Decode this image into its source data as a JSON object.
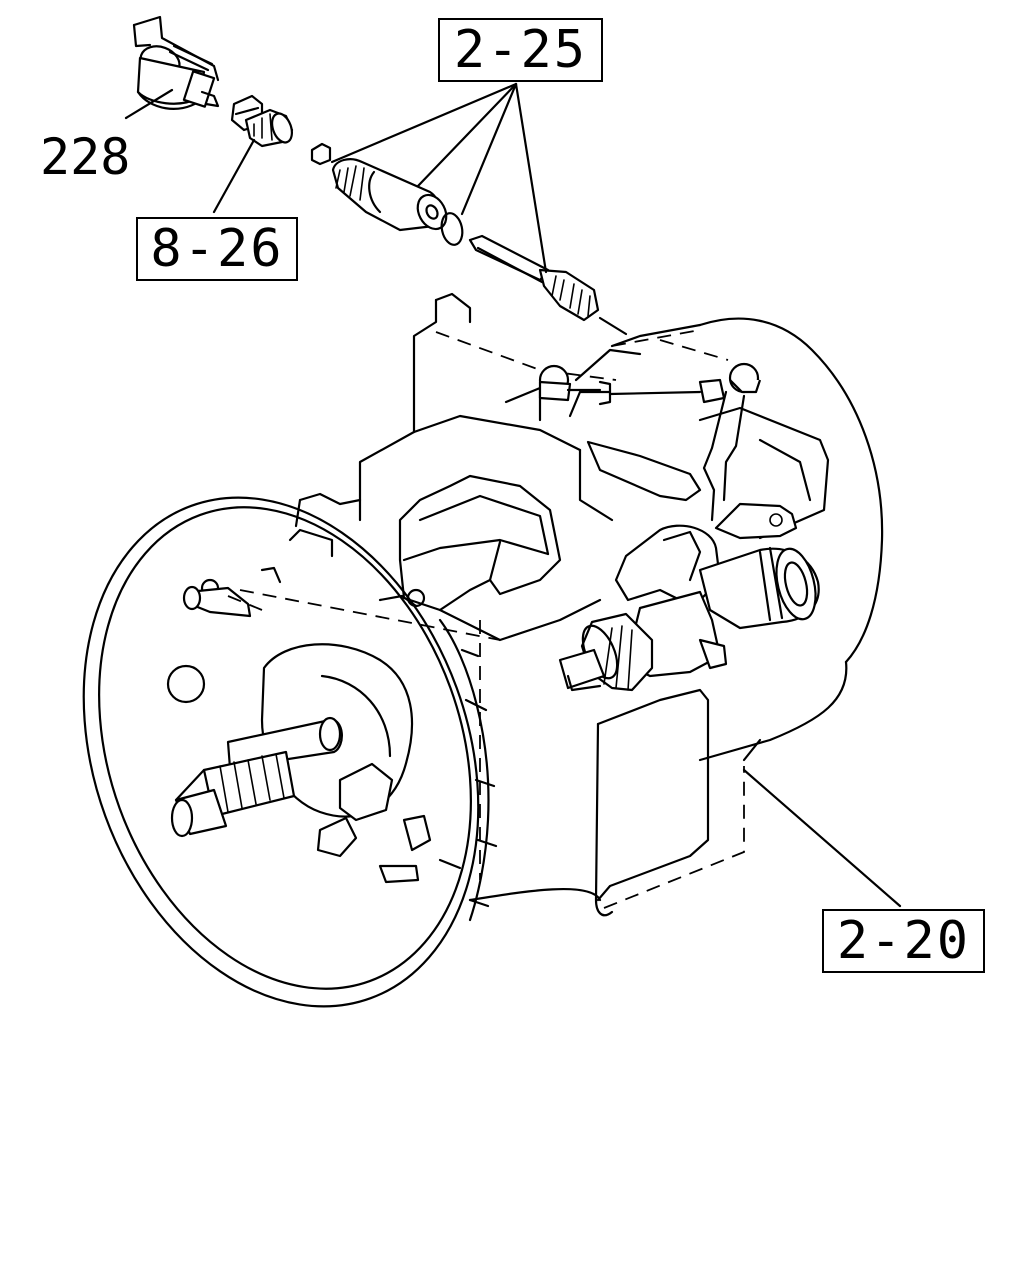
{
  "callouts": {
    "ref_2_25": "2-25",
    "ref_228": "228",
    "ref_8_26": "8-26",
    "ref_2_20": "2-20"
  }
}
